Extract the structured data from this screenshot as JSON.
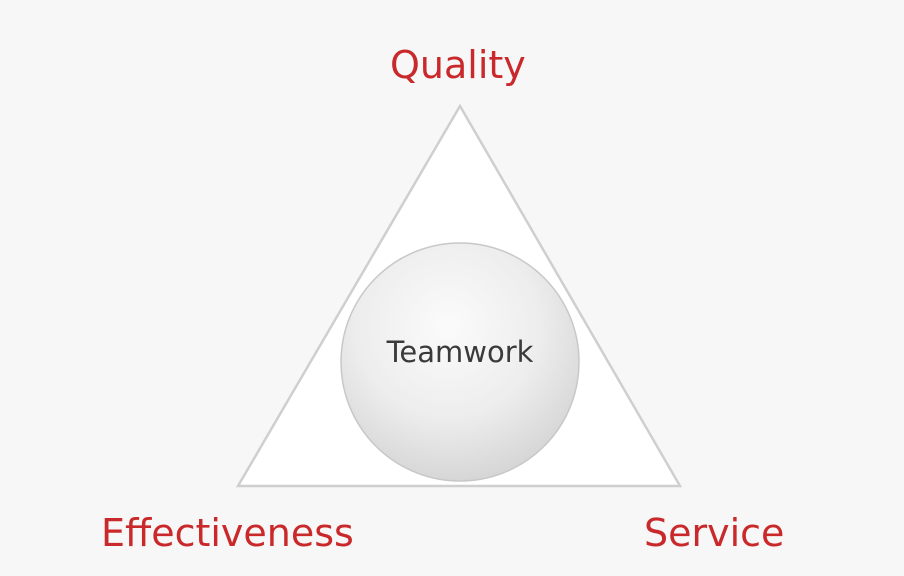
{
  "diagram": {
    "top_label": "Quality",
    "left_label": "Effectiveness",
    "right_label": "Service",
    "center_label": "Teamwork"
  },
  "colors": {
    "background": "#f7f7f7",
    "triangle_fill": "#ffffff",
    "triangle_stroke": "#cfcfcf",
    "label_red": "#c9292a",
    "center_text": "#3a3a3a",
    "circle_light": "#fafafa",
    "circle_dark": "#d4d4d4"
  }
}
